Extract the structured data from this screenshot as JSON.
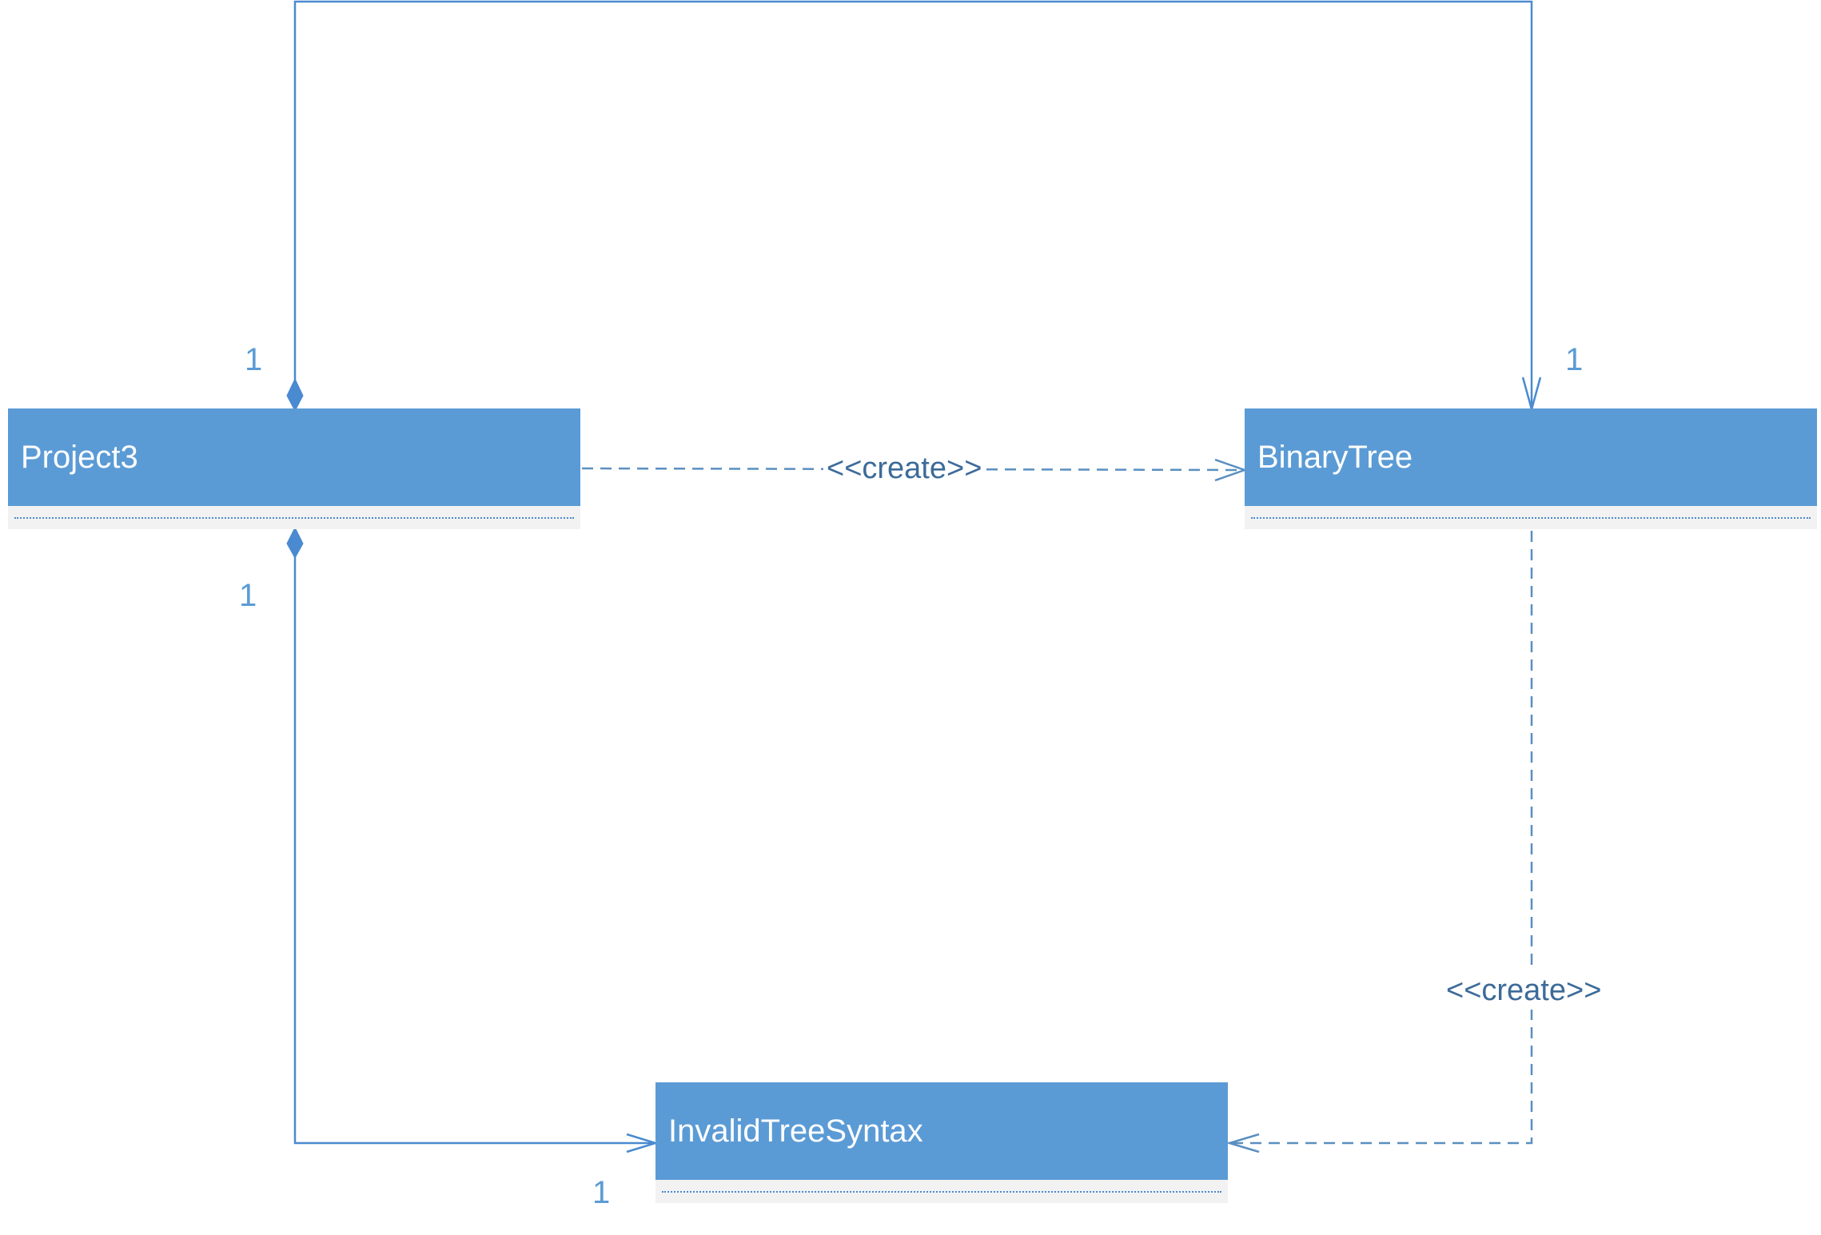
{
  "colors": {
    "class_fill": "#5b9bd5",
    "class_body_fill": "#f2f2f2",
    "association_line": "#4a8ad0",
    "dependency_line": "#5a8fc0",
    "label_text": "#3d6b99",
    "multiplicity_text": "#5b9bd5",
    "class_title_text": "#ffffff"
  },
  "classes": {
    "project3": {
      "name": "Project3"
    },
    "binary_tree": {
      "name": "BinaryTree"
    },
    "invalid_tree_syntax": {
      "name": "InvalidTreeSyntax"
    }
  },
  "relationships": {
    "project3_to_binarytree_composition": {
      "type": "composition",
      "from": "Project3",
      "to": "BinaryTree",
      "source_multiplicity": "1",
      "target_multiplicity": "1"
    },
    "project3_to_invalidtreesyntax_composition": {
      "type": "composition",
      "from": "Project3",
      "to": "InvalidTreeSyntax",
      "source_multiplicity": "1",
      "target_multiplicity": "1"
    },
    "project3_creates_binarytree": {
      "type": "dependency",
      "from": "Project3",
      "to": "BinaryTree",
      "stereotype": "<<create>>"
    },
    "binarytree_creates_invalidtreesyntax": {
      "type": "dependency",
      "from": "BinaryTree",
      "to": "InvalidTreeSyntax",
      "stereotype": "<<create>>"
    }
  }
}
